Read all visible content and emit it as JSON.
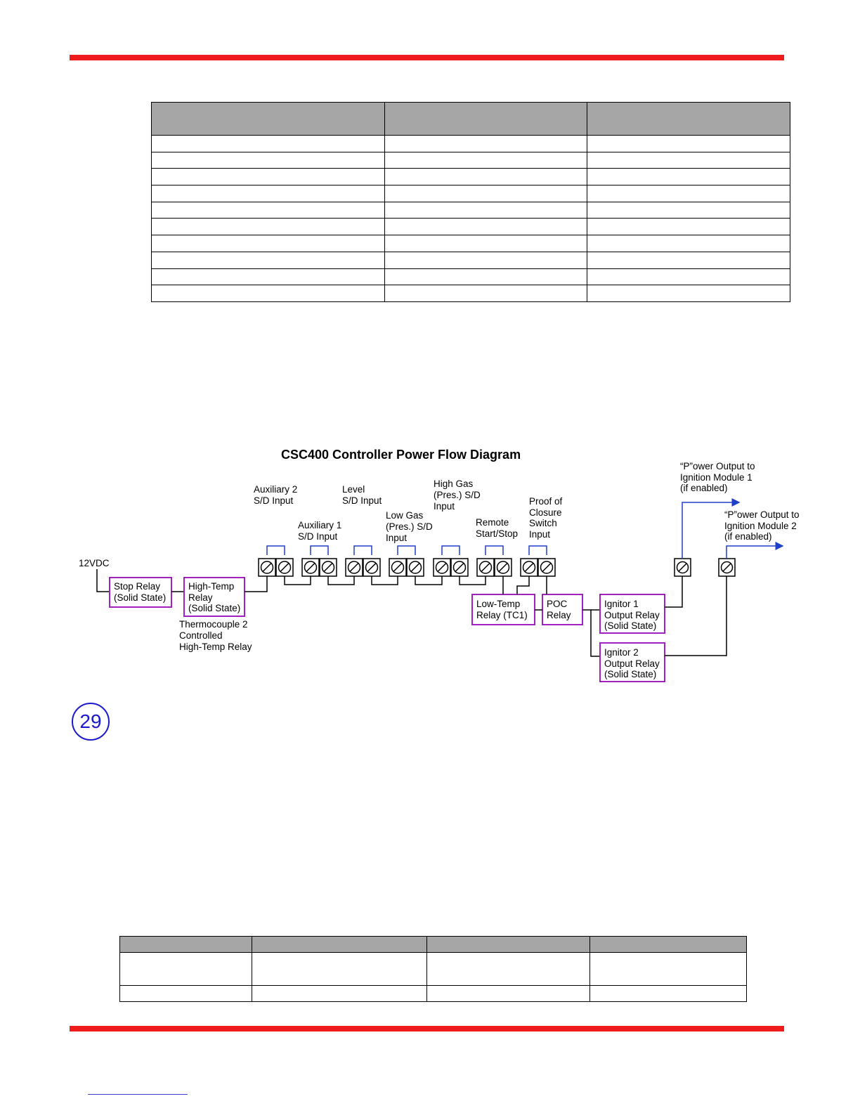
{
  "colors": {
    "accent": "#ee1c1c",
    "relay_box": "#a020c0",
    "jumper": "#1f3fc8",
    "power_arrow": "#1f3fc8",
    "step_badge": "#1a1acc"
  },
  "diagram": {
    "title": "CSC400 Controller Power Flow Diagram",
    "supply_label": "12VDC",
    "relays": {
      "stop": [
        "Stop Relay",
        "(Solid State)"
      ],
      "high_temp": [
        "High-Temp",
        "Relay",
        "(Solid State)"
      ],
      "high_temp_note": [
        "Thermocouple 2",
        "Controlled",
        "High-Temp Relay"
      ],
      "low_temp": [
        "Low-Temp",
        "Relay (TC1)"
      ],
      "poc": [
        "POC",
        "Relay"
      ],
      "ignitor1": [
        "Ignitor 1",
        "Output Relay",
        "(Solid State)"
      ],
      "ignitor2": [
        "Ignitor 2",
        "Output Relay",
        "(Solid State)"
      ]
    },
    "inputs": {
      "aux2": [
        "Auxiliary 2",
        "S/D Input"
      ],
      "aux1": [
        "Auxiliary 1",
        "S/D Input"
      ],
      "level": [
        "Level",
        "S/D Input"
      ],
      "low_gas": [
        "Low Gas",
        "(Pres.) S/D",
        "Input"
      ],
      "high_gas": [
        "High Gas",
        "(Pres.) S/D",
        "Input"
      ],
      "remote": [
        "Remote",
        "Start/Stop"
      ],
      "proof": [
        "Proof of",
        "Closure",
        "Switch",
        "Input"
      ]
    },
    "outputs": {
      "module1": [
        "“P”ower Output to",
        "Ignition Module 1",
        "(if enabled)"
      ],
      "module2": [
        "“P”ower Output to",
        "Ignition Module 2",
        "(if enabled)"
      ]
    }
  },
  "step_badge": "29",
  "table1": {
    "headers": [
      "",
      "",
      ""
    ],
    "rows": [
      [
        "",
        "",
        ""
      ],
      [
        "",
        "",
        ""
      ],
      [
        "",
        "",
        ""
      ],
      [
        "",
        "",
        ""
      ],
      [
        "",
        "",
        ""
      ],
      [
        "",
        "",
        ""
      ],
      [
        "",
        "",
        ""
      ],
      [
        "",
        "",
        ""
      ],
      [
        "",
        "",
        ""
      ],
      [
        "",
        "",
        ""
      ]
    ]
  },
  "table2": {
    "headers": [
      "",
      "",
      "",
      ""
    ],
    "rows": [
      [
        "",
        "",
        "",
        ""
      ],
      [
        "",
        "",
        "",
        ""
      ]
    ]
  }
}
